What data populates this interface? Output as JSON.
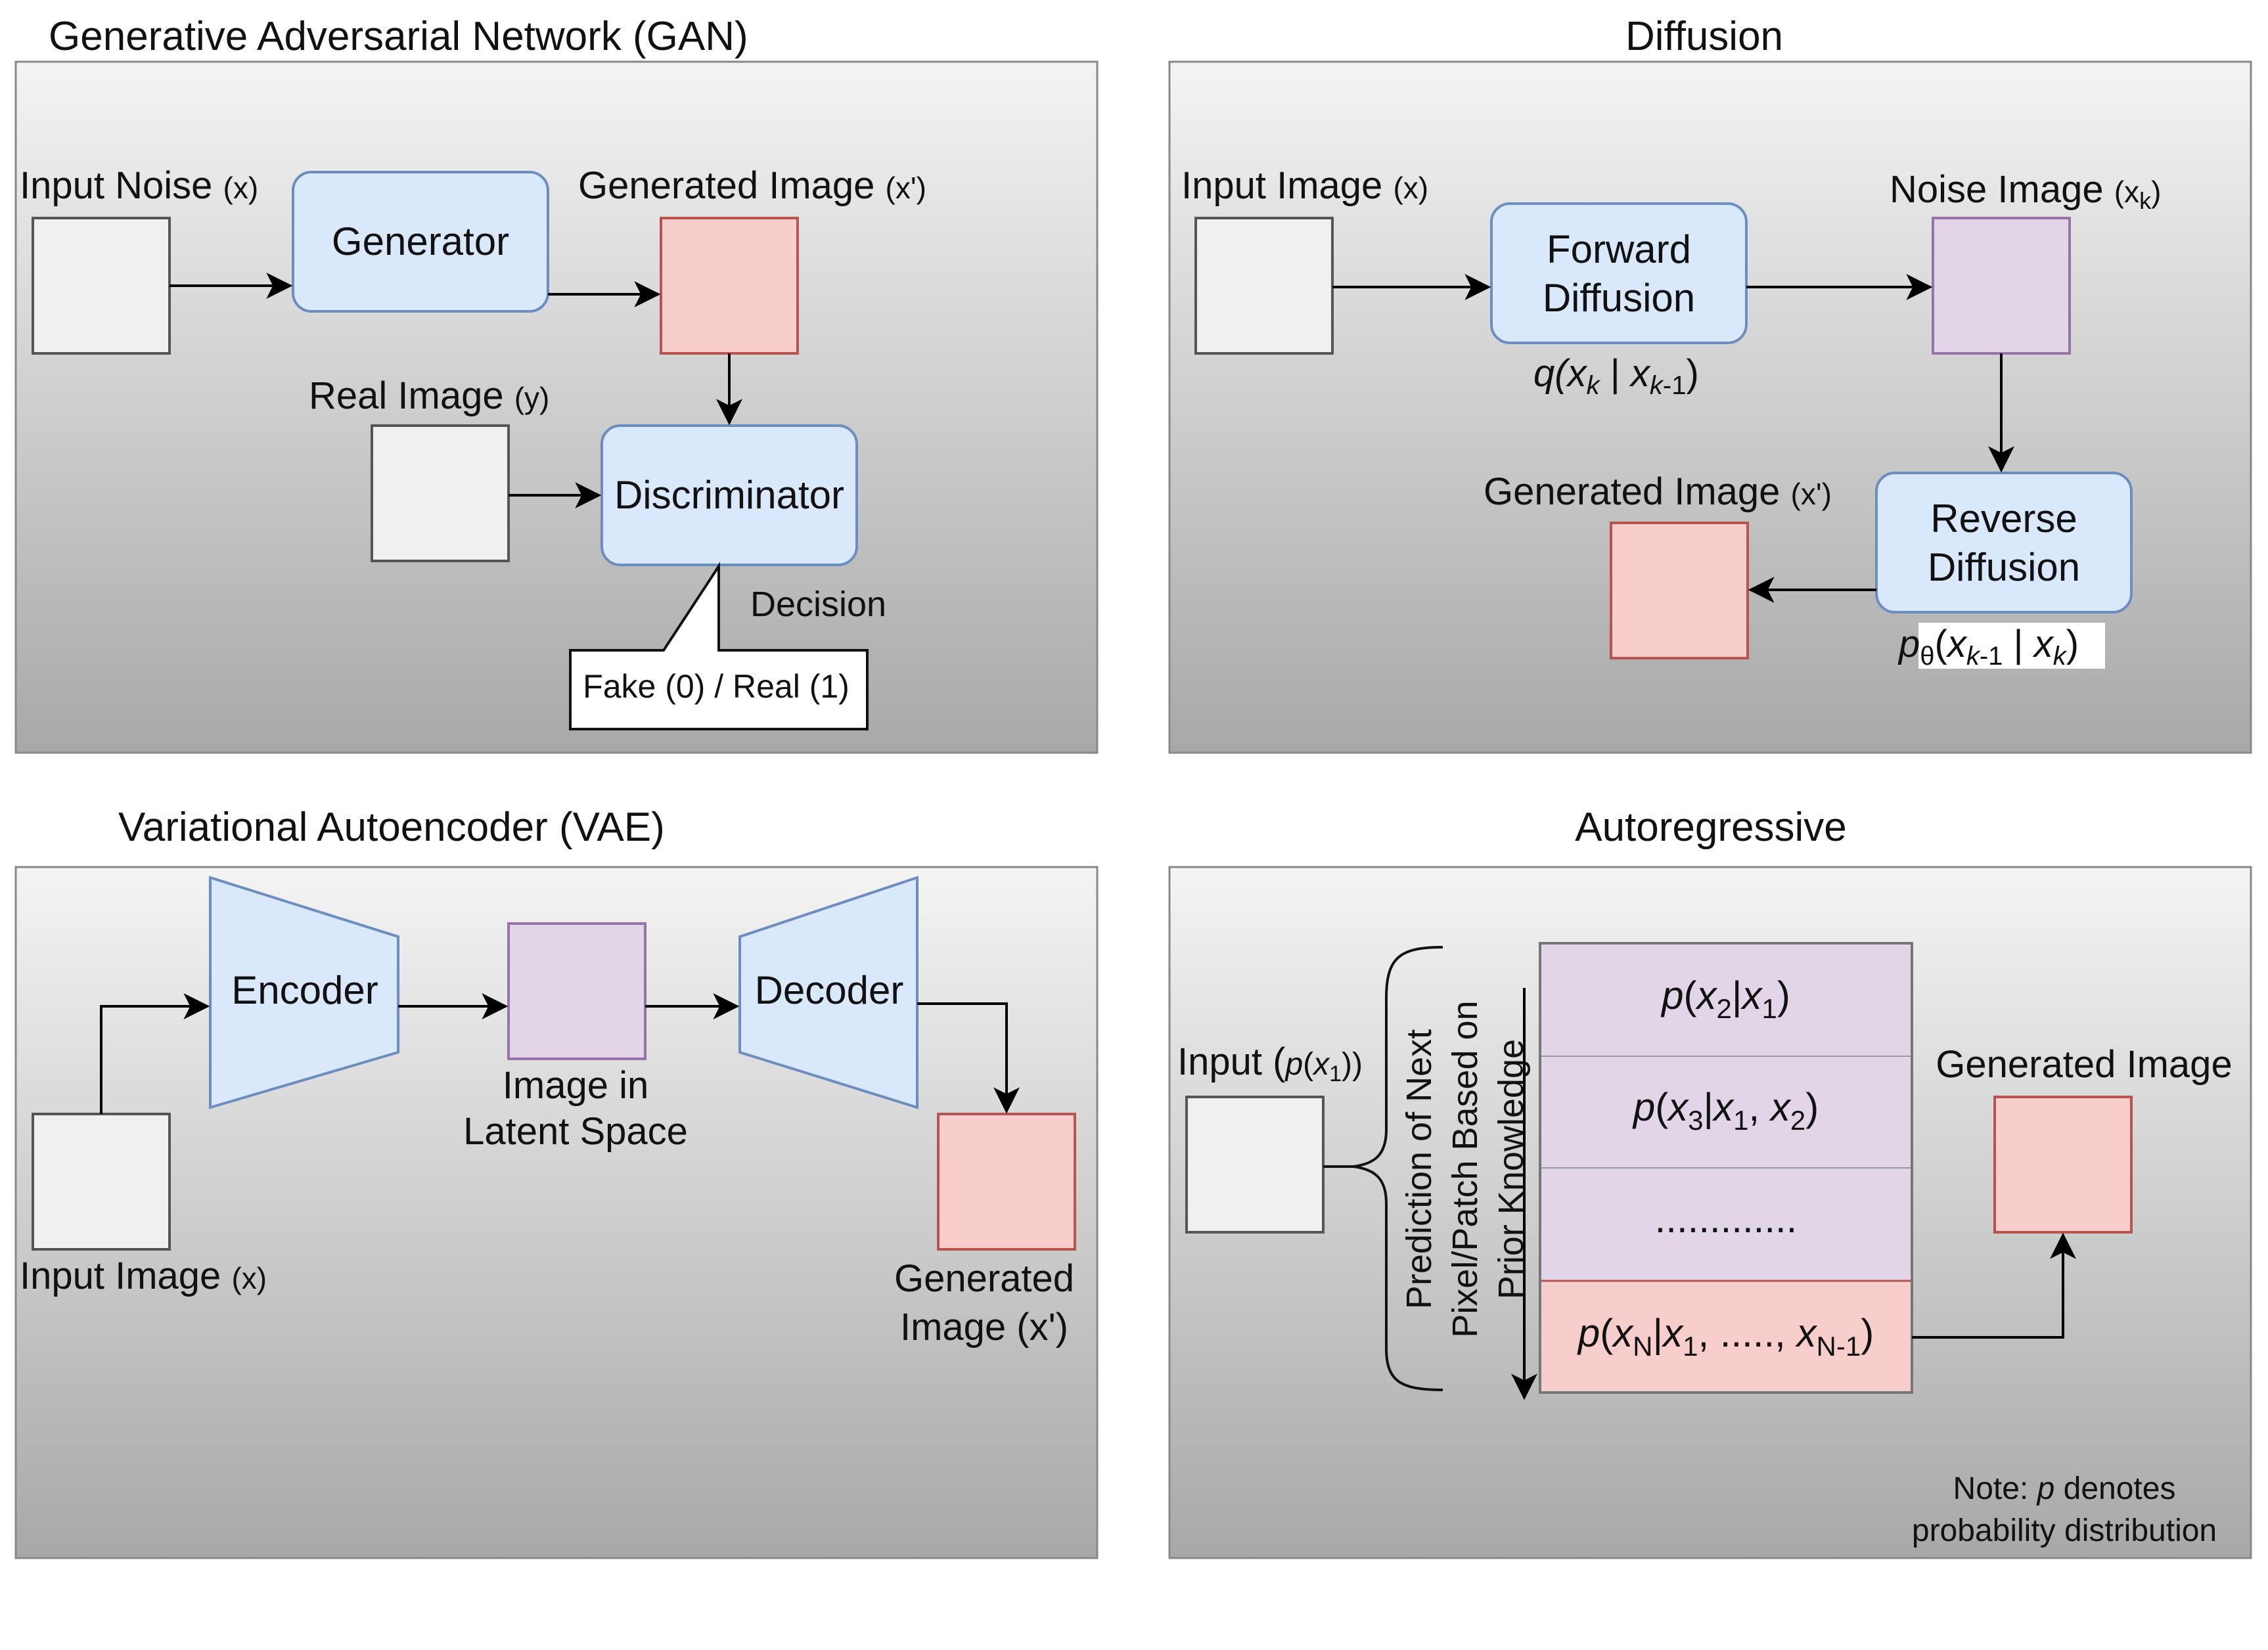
{
  "panels": {
    "gan": {
      "title": "Generative Adversarial Network (GAN)",
      "input_label": "Input Noise",
      "input_var": "(x)",
      "generator": "Generator",
      "generated_label": "Generated Image",
      "generated_var": "(x')",
      "real_label": "Real Image",
      "real_var": "(y)",
      "discriminator": "Discriminator",
      "decision": "Decision",
      "decision_output": "Fake (0) / Real (1)"
    },
    "diffusion": {
      "title": "Diffusion",
      "input_label": "Input Image",
      "input_var": "(x)",
      "forward_1": "Forward",
      "forward_2": "Diffusion",
      "forward_eq": "q(x",
      "noise_label": "Noise Image",
      "reverse_1": "Reverse",
      "reverse_2": "Diffusion",
      "generated_label": "Generated Image",
      "generated_var": "(x')"
    },
    "vae": {
      "title": "Variational Autoencoder (VAE)",
      "encoder": "Encoder",
      "latent_1": "Image in",
      "latent_2": "Latent Space",
      "decoder": "Decoder",
      "input_label": "Input Image",
      "input_var": "(x)",
      "generated_1": "Generated",
      "generated_2": "Image (x')"
    },
    "autoregressive": {
      "title": "Autoregressive",
      "input_label": "Input (",
      "brace_1": "Prediction of Next",
      "brace_2": "Pixel/Patch Based on",
      "brace_3": "Prior Knowledge",
      "dots": ".............",
      "generated_label": "Generated Image",
      "note_1": "Note: ",
      "note_p": "p",
      "note_1b": " denotes",
      "note_2": "probability distribution"
    }
  },
  "colors": {
    "box_fill": "#dae8fc",
    "box_stroke": "#6c8ebf",
    "red_fill": "#f8cecc",
    "red_stroke": "#b85450",
    "purple_fill": "#e1d5e7",
    "purple_stroke": "#9673a6",
    "gray_fill": "#f0f0f0",
    "gray_stroke": "#555555"
  }
}
